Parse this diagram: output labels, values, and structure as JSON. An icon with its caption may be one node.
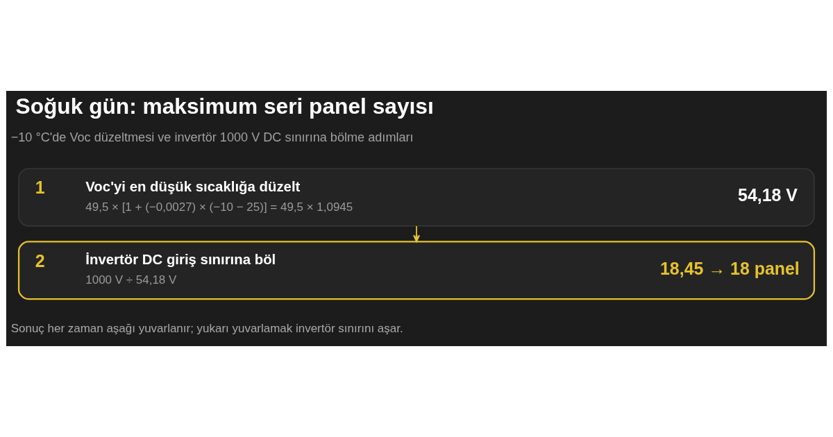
{
  "diagram": {
    "title": "Soğuk gün: maksimum seri panel sayısı",
    "nodes": [
      {
        "text": [
          "1",
          "Voc'yi en düşük sıcaklığa düzelt",
          "49,5 × [1 + (−0,0027) × (−10 − 25)] = 49,5 × 1,0945",
          "54,18 V"
        ]
      },
      {
        "text": [
          "2",
          "İnvertör DC giriş sınırına böl",
          "1000 V ÷ 54,18 V",
          "18,45 → 18 panel"
        ]
      }
    ],
    "edges": [
      {
        "from": 0,
        "to": 1,
        "arrow": "to"
      }
    ],
    "labels": [
      "−10 °C'de Voc düzeltmesi ve invertör 1000 V DC sınırına bölme adımları",
      "Sonuç her zaman aşağı yuvarlanır; yukarı yuvarlamak invertör sınırını aşar."
    ]
  }
}
